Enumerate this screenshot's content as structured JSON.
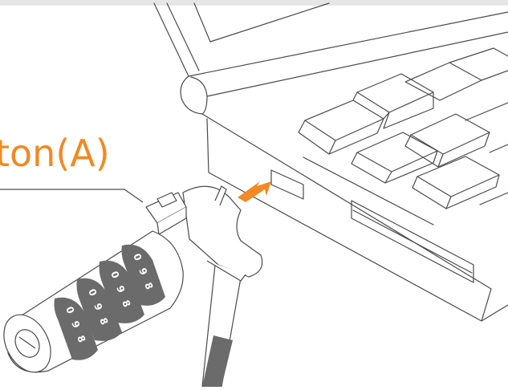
{
  "callout": {
    "label": "ton(A)"
  },
  "colors": {
    "accent": "#F08A24",
    "line": "#4a4a4a",
    "dial_dark": "#6b6b6b",
    "top_strip": "#e6e6e6"
  },
  "lock": {
    "dials": [
      {
        "digits": [
          "0",
          "9",
          "8"
        ]
      },
      {
        "digits": [
          "0",
          "9",
          "8"
        ]
      },
      {
        "digits": [
          "0",
          "9",
          "8"
        ]
      },
      {
        "digits": [
          "0",
          "9",
          "8"
        ]
      }
    ]
  },
  "icons": {
    "arrow": "insert-arrow-icon"
  }
}
